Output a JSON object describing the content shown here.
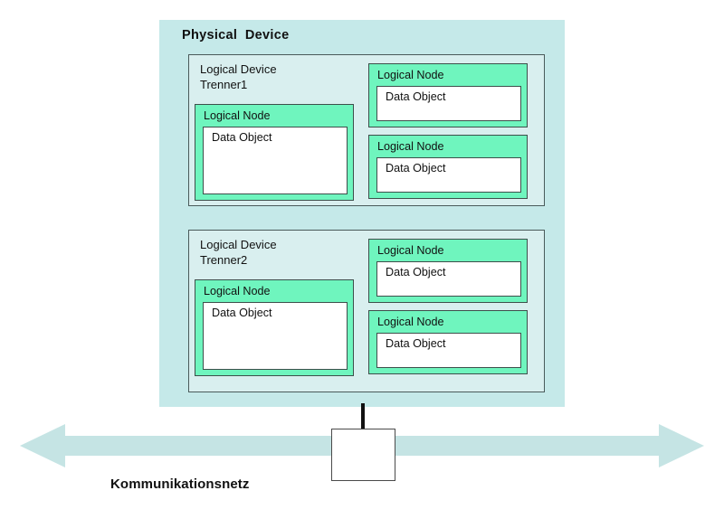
{
  "diagram": {
    "title": "Physical  Device",
    "physical_device": {
      "label": "Physical  Device"
    },
    "logical_devices": [
      {
        "label": "Logical Device\nTrenner1",
        "name": "Trenner1",
        "nodes": [
          {
            "label": "Logical Node",
            "data_object": "Data Object",
            "position": "left-tall"
          },
          {
            "label": "Logical Node",
            "data_object": "Data Object",
            "position": "right-top"
          },
          {
            "label": "Logical Node",
            "data_object": "Data Object",
            "position": "right-bottom"
          }
        ]
      },
      {
        "label": "Logical Device\nTrenner2",
        "name": "Trenner2",
        "nodes": [
          {
            "label": "Logical Node",
            "data_object": "Data Object",
            "position": "left-tall"
          },
          {
            "label": "Logical Node",
            "data_object": "Data Object",
            "position": "right-top"
          },
          {
            "label": "Logical Node",
            "data_object": "Data Object",
            "position": "right-bottom"
          }
        ]
      }
    ],
    "network": {
      "label": "Kommunikationsnetz",
      "arrow_direction": "bidirectional"
    },
    "colors": {
      "physical_device_bg": "#c5e9e9",
      "logical_device_bg": "#d9efef",
      "logical_node_bg": "#6ff5be",
      "data_object_bg": "#ffffff",
      "arrow_fill": "#c5e4e4",
      "border": "#3d4f4b",
      "text": "#111111"
    }
  }
}
